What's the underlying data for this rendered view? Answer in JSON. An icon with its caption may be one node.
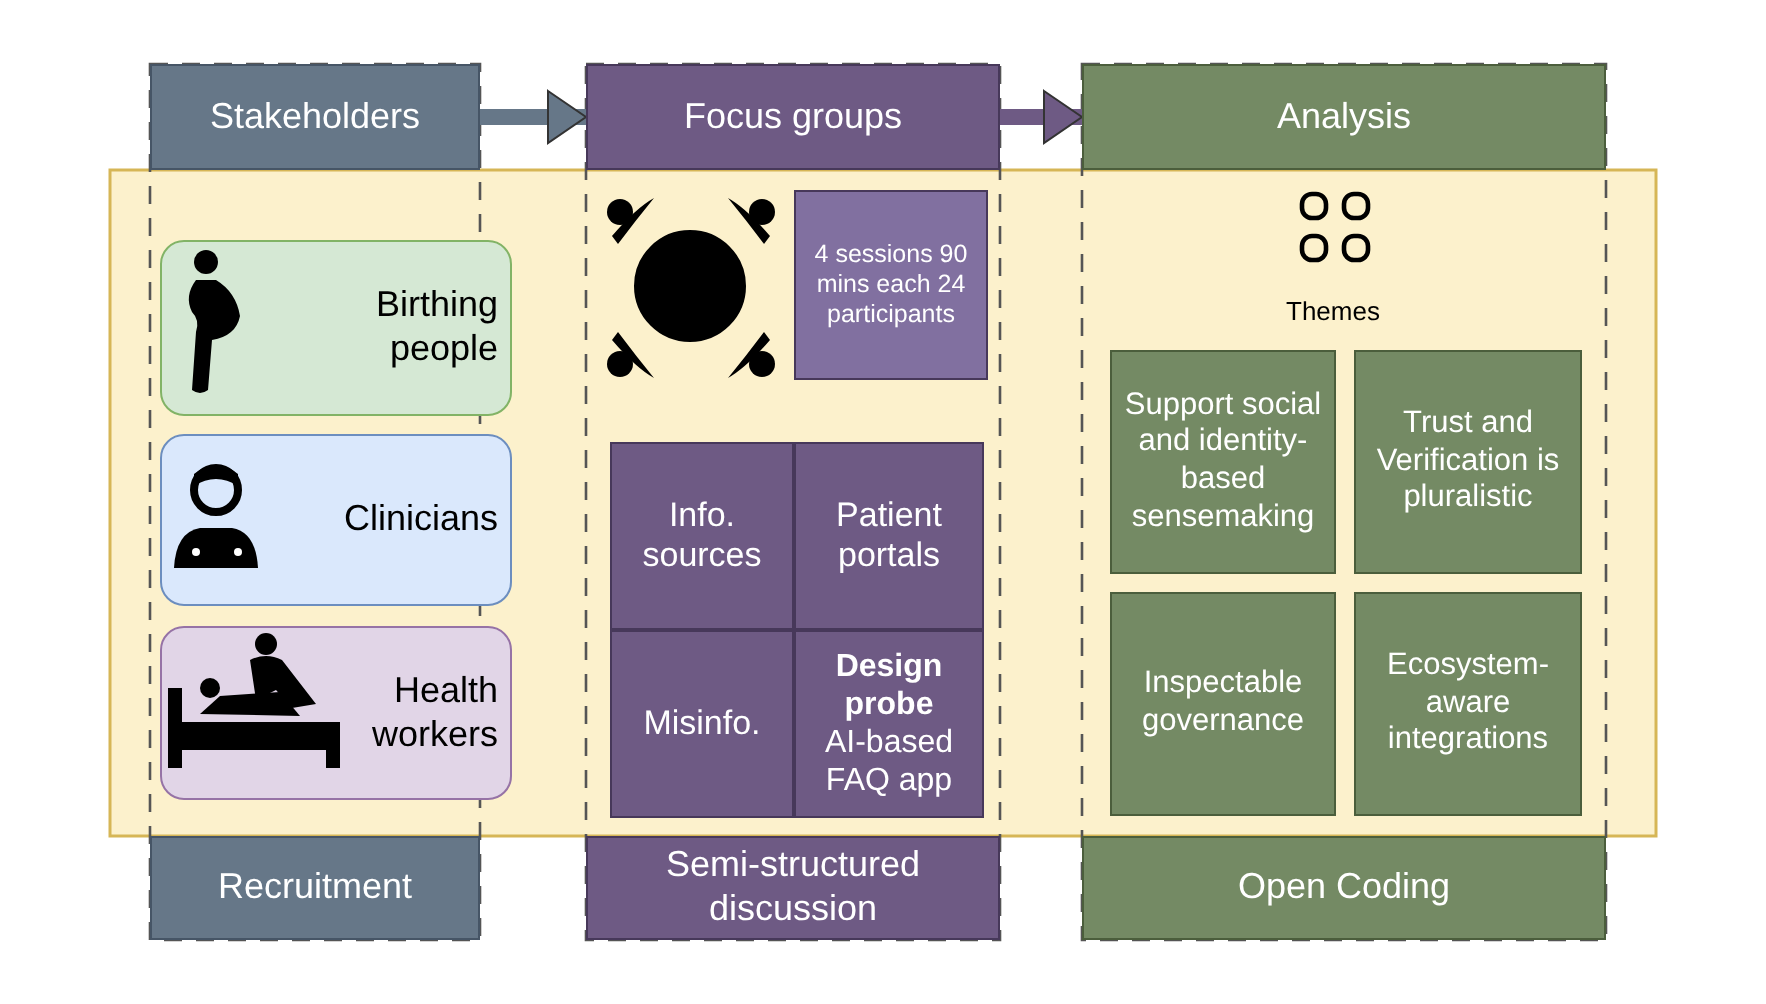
{
  "diagram": {
    "nodes": [
      {
        "text": [
          "Stakeholders"
        ]
      },
      {
        "text": [
          "Focus groups"
        ]
      },
      {
        "text": [
          "Analysis"
        ]
      },
      {
        "text": [
          "Birthing people"
        ]
      },
      {
        "text": [
          "Clinicians"
        ]
      },
      {
        "text": [
          "Health workers"
        ]
      },
      {
        "text": [],
        "shape": "circle"
      },
      {
        "text": [
          "4 sessions 90 mins each 24 participants"
        ]
      },
      {
        "text": [
          "Info. sources"
        ]
      },
      {
        "text": [
          "Patient portals"
        ]
      },
      {
        "text": [
          "Misinfo."
        ]
      },
      {
        "text": [
          "Design probe",
          "AI-based FAQ app"
        ]
      },
      {
        "text": [
          "Support social and identity-based sensemaking"
        ]
      },
      {
        "text": [
          "Trust and Verification is pluralistic"
        ]
      },
      {
        "text": [
          "Inspectable governance"
        ]
      },
      {
        "text": [
          "Ecosystem-aware integrations"
        ]
      },
      {
        "text": [
          "Recruitment"
        ]
      },
      {
        "text": [
          "Semi-structured discussion"
        ]
      },
      {
        "text": [
          "Open Coding"
        ]
      }
    ],
    "edges": [
      {
        "from": 0,
        "to": 1,
        "arrow": "to",
        "color": "#667788"
      },
      {
        "from": 1,
        "to": 2,
        "arrow": "to",
        "color": "#6e5a84"
      }
    ],
    "labels": [
      "Themes"
    ]
  }
}
